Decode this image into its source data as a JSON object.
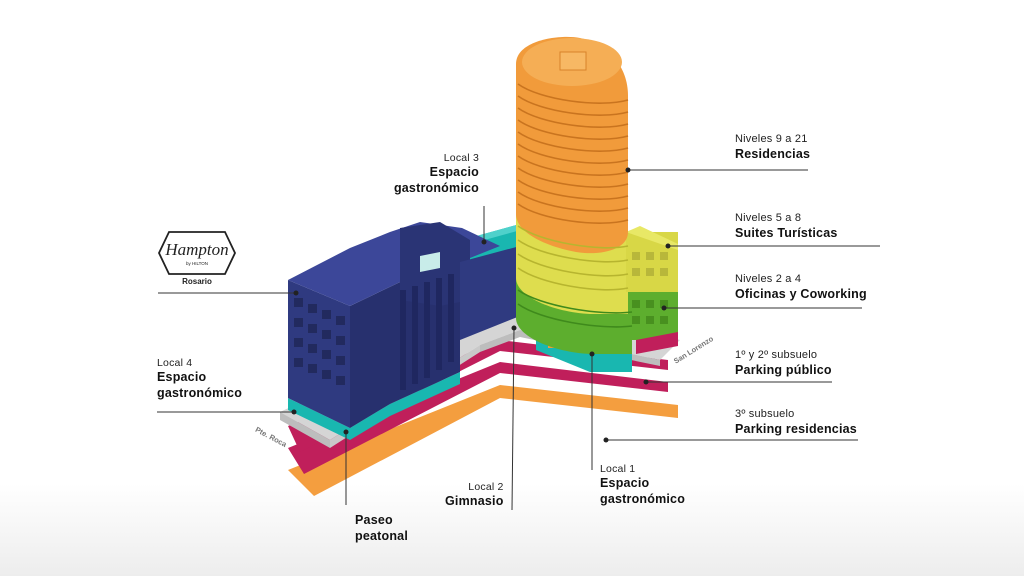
{
  "brand": {
    "logo_text": "Hampton",
    "logo_sub": "by HILTON",
    "city": "Rosario"
  },
  "labels": {
    "residencias": {
      "sub": "Niveles 9 a 21",
      "main": "Residencias"
    },
    "suites": {
      "sub": "Niveles 5 a 8",
      "main": "Suites Turísticas"
    },
    "oficinas": {
      "sub": "Niveles 2 a 4",
      "main": "Oficinas y Coworking"
    },
    "parking_publico": {
      "sub": "1º y 2º subsuelo",
      "main": "Parking público"
    },
    "parking_residencias": {
      "sub": "3º subsuelo",
      "main": "Parking residencias"
    },
    "local1": {
      "sub": "Local 1",
      "main_line1": "Espacio",
      "main_line2": "gastronómico"
    },
    "local2": {
      "sub": "Local 2",
      "main": "Gimnasio"
    },
    "local3": {
      "sub": "Local 3",
      "main_line1": "Espacio",
      "main_line2": "gastronómico"
    },
    "local4": {
      "sub": "Local 4",
      "main_line1": "Espacio",
      "main_line2": "gastronómico"
    },
    "paseo": {
      "main_line1": "Paseo",
      "main_line2": "peatonal"
    }
  },
  "streets": {
    "san_lorenzo": "San Lorenzo",
    "pte_roca": "Pte. Roca"
  },
  "colors": {
    "residencias": "#f19b3b",
    "suites": "#dedd4e",
    "oficinas": "#5dae2e",
    "hotel": "#2f3a80",
    "locales": "#19b7b0",
    "parking_publico": "#c01f5b",
    "parking_residencias": "#f49e3f",
    "podium": "#d9d9d9"
  }
}
